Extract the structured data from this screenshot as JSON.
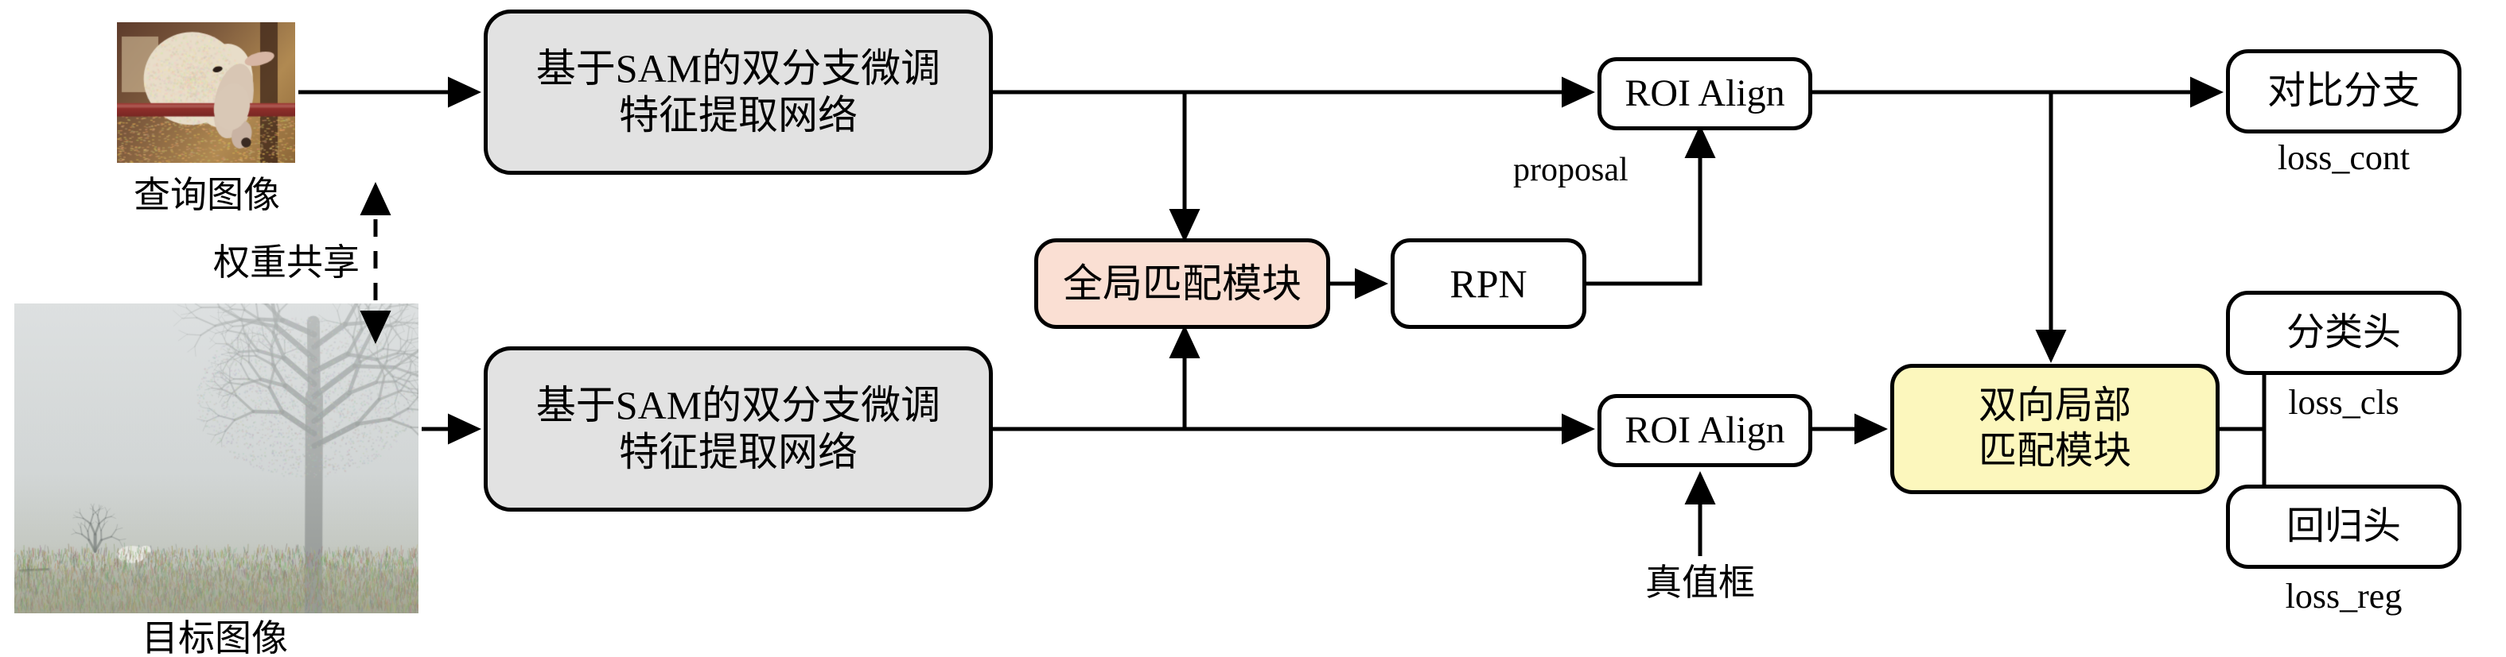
{
  "figure": {
    "type": "diagram",
    "title": "基于SAM的双分支微调特征提取网络流程图",
    "colors": {
      "sam_block": "#e2e2e2",
      "global_match": "#fadfd3",
      "bilocal_match": "#fcf7bd",
      "plain_box": "#ffffff",
      "stroke": "#000000",
      "background": "#ffffff"
    }
  },
  "inputs": {
    "query": {
      "caption": "查询图像",
      "image_name": "sheep-photo"
    },
    "target": {
      "caption": "目标图像",
      "image_name": "foggy-tree-photo"
    }
  },
  "nodes": {
    "sam_top": {
      "label": "基于SAM的双分支微调\n特征提取网络"
    },
    "sam_bottom": {
      "label": "基于SAM的双分支微调\n特征提取网络"
    },
    "global_match": {
      "label": "全局匹配模块"
    },
    "rpn": {
      "label": "RPN"
    },
    "roi_top": {
      "label": "ROI Align"
    },
    "roi_bottom": {
      "label": "ROI Align"
    },
    "bilocal_match": {
      "label": "双向局部\n匹配模块"
    },
    "contrast_branch": {
      "label": "对比分支"
    },
    "cls_head": {
      "label": "分类头"
    },
    "reg_head": {
      "label": "回归头"
    }
  },
  "edge_labels": {
    "weight_sharing": "权重共享",
    "proposal": "proposal",
    "ground_truth_box": "真值框"
  },
  "losses": {
    "contrast": "loss_cont",
    "classification": "loss_cls",
    "regression": "loss_reg"
  }
}
